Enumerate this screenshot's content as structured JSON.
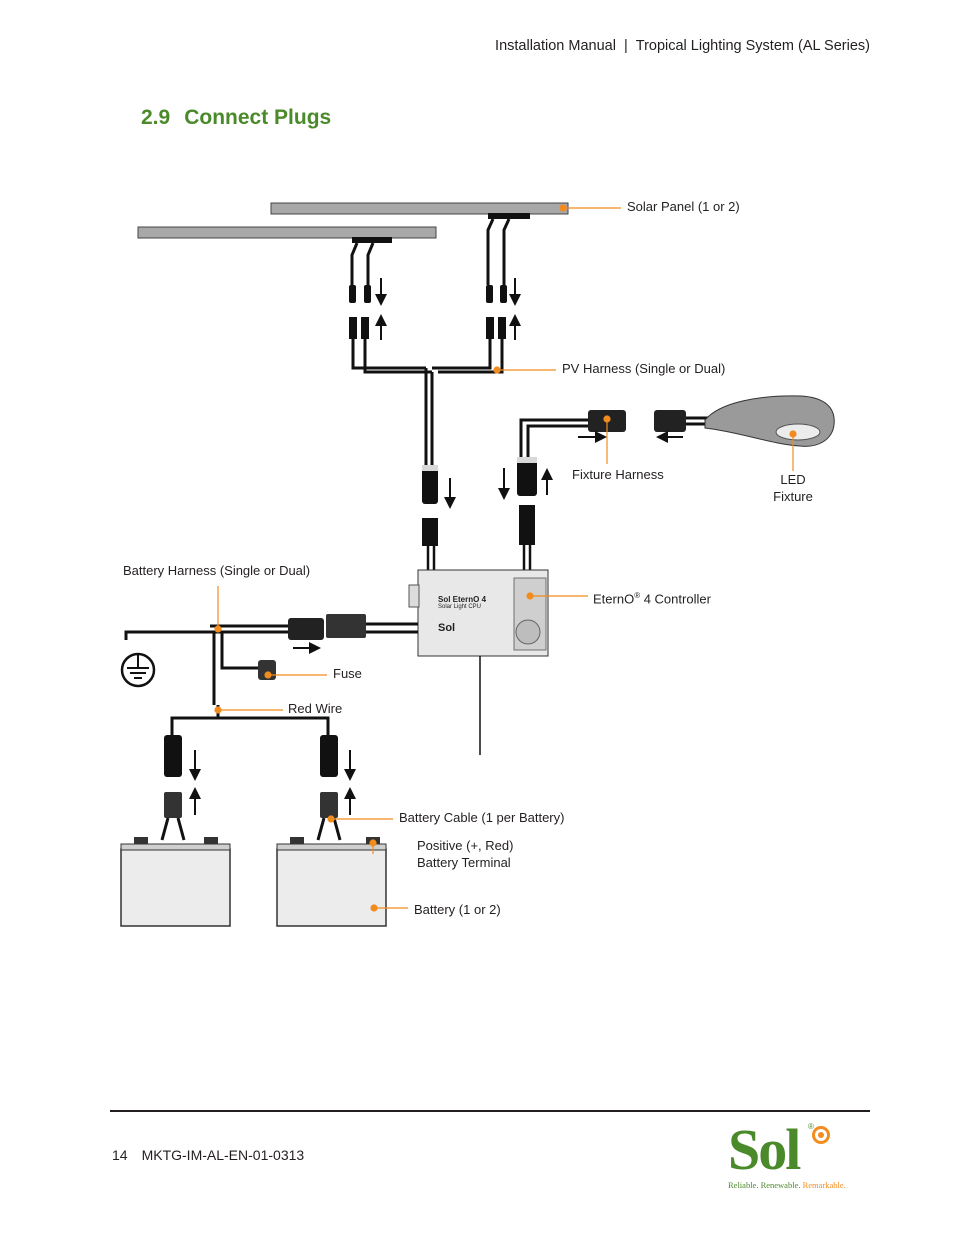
{
  "header": {
    "left": "Installation Manual",
    "separator": "|",
    "right": "Tropical Lighting System (AL Series)"
  },
  "section": {
    "number": "2.9",
    "title": "Connect Plugs"
  },
  "labels": {
    "solar_panel": "Solar Panel (1 or 2)",
    "pv_harness": "PV Harness (Single or Dual)",
    "fixture_harness": "Fixture Harness",
    "led_fixture_line1": "LED",
    "led_fixture_line2": "Fixture",
    "battery_harness": "Battery Harness (Single or Dual)",
    "controller_pre": "EternO",
    "controller_reg": "®",
    "controller_post": " 4 Controller",
    "fuse": "Fuse",
    "red_wire": "Red Wire",
    "battery_cable": "Battery Cable (1 per Battery)",
    "positive_line1": "Positive (+, Red)",
    "positive_line2": "Battery Terminal",
    "battery": "Battery (1 or 2)"
  },
  "controller_box": {
    "brand_line": "Sol EternO 4",
    "sub_line": "Solar Light CPU",
    "logo": "Sol"
  },
  "footer": {
    "page_number": "14",
    "doc_code": "MKTG-IM-AL-EN-01-0313"
  },
  "logo": {
    "word": "Sol",
    "reg": "®",
    "tagline_a": "Reliable. Renewable. ",
    "tagline_b": "Remarkable."
  },
  "colors": {
    "accent_green": "#4a8a2a",
    "callout_orange": "#f28c1e",
    "text": "#231f20"
  }
}
